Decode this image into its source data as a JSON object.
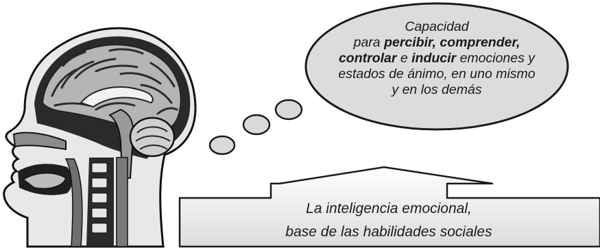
{
  "thought_bubble": {
    "line1": "Capacidad",
    "line2_prefix": "para ",
    "line2_bold": "percibir, comprender,",
    "line3_bold1": "controlar",
    "line3_mid": " e ",
    "line3_bold2": "inducir",
    "line3_suffix": " emociones y",
    "line4": "estados de ánimo, en uno mismo",
    "line5": "y en los demás"
  },
  "base_arrow": {
    "line1": "La inteligencia emocional,",
    "line2": "base de las habilidades sociales"
  },
  "illustration": {
    "icon": "head-brain-sagittal-section-icon"
  }
}
